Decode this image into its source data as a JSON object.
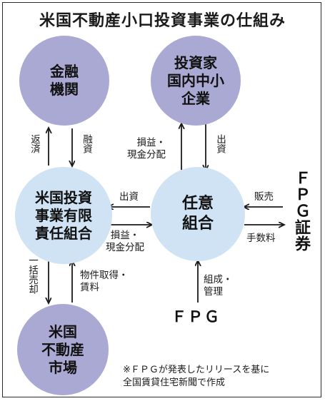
{
  "title": "米国不動産小口投資事業の仕組み",
  "nodes": {
    "finance": "金融\n機関",
    "investors": "投資家\n国内中小\n企業",
    "business": "米国投資\n事業有限\n責任組合",
    "union": "任意\n組合",
    "market": "米国\n不動産\n市場"
  },
  "entities": {
    "fpg_securities": "ＦＰＧ証券",
    "fpg": "ＦＰＧ"
  },
  "labels": {
    "repay": "返済",
    "loan": "融資",
    "profit_dist_top": "損益・\n現金分配",
    "invest_top": "出資",
    "invest_mid": "出資",
    "profit_dist_mid": "損益・\n現金分配",
    "sales": "販売",
    "fee": "手数料",
    "bulk_sale": "一括売却",
    "acquire_rent": "物件取得・\n賃料",
    "form_manage": "組成・\n管理"
  },
  "note": "※ＦＰＧが発表したリリースを基に\n全国賃貸住宅新聞で作成"
}
